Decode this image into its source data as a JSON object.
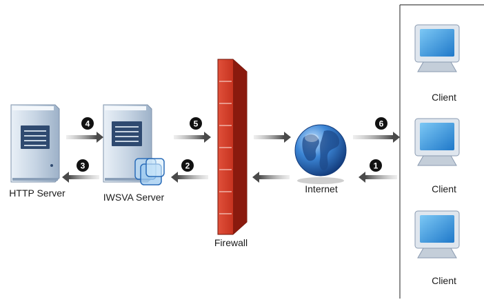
{
  "labels": {
    "http_server": "HTTP Server",
    "iwsva_server": "IWSVA Server",
    "firewall": "Firewall",
    "internet": "Internet",
    "client_1": "Client",
    "client_2": "Client",
    "client_3": "Client"
  },
  "steps": {
    "s1": "1",
    "s2": "2",
    "s3": "3",
    "s4": "4",
    "s5": "5",
    "s6": "6"
  },
  "colors": {
    "server_body": "#c9d6e3",
    "screen": "#3aa0e8",
    "firewall": "#c8321e",
    "globe": "#2c6fc2",
    "arrow": "#5a5a5a",
    "badge": "#111111"
  }
}
